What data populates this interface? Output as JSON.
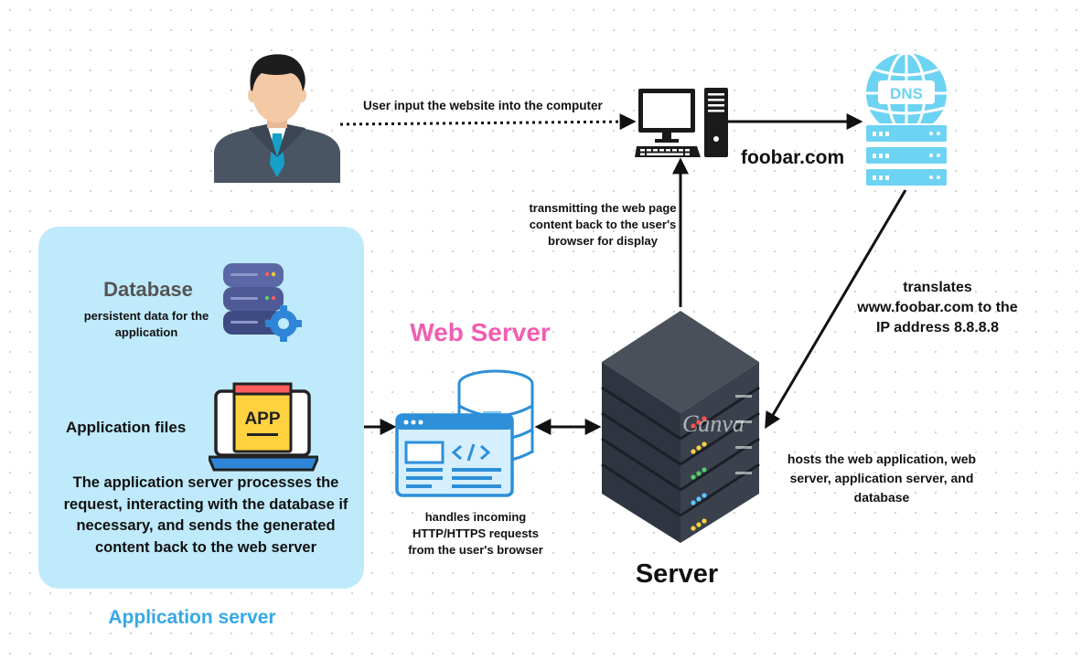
{
  "labels": {
    "user_input": "User input the website  into the computer",
    "foobar": "foobar.com",
    "dns_badge": "DNS",
    "transmitting": "transmitting the web page content back to the user's browser for display",
    "translates": "translates www.foobar.com to the IP address 8.8.8.8",
    "database_title": "Database",
    "database_sub": "persistent data for the application",
    "app_badge": "APP",
    "application_files": "Application files",
    "app_description": "The application server processes the request, interacting with the database if necessary, and sends the generated content back to the web server",
    "application_server": "Application server",
    "web_server": "Web Server",
    "web_server_sub": "handles incoming HTTP/HTTPS requests from the user's browser",
    "server": "Server",
    "server_watermark": "Canva",
    "hosts": "hosts the web application, web server, application server, and database"
  },
  "icons": {
    "user": "user-businessman-icon",
    "computer": "desktop-computer-icon",
    "dns": "dns-server-icon",
    "database": "database-gear-icon",
    "app": "laptop-app-icon",
    "web_server": "web-server-code-icon",
    "server": "server-rack-icon"
  },
  "colors": {
    "panel": "#bfeafb",
    "web_server_title": "#f25db0",
    "app_server_title": "#35a8e6",
    "dns_blue": "#6dd3f2",
    "suit": "#4a5564",
    "tie": "#16a0c8",
    "server_dark": "#2e3440"
  }
}
